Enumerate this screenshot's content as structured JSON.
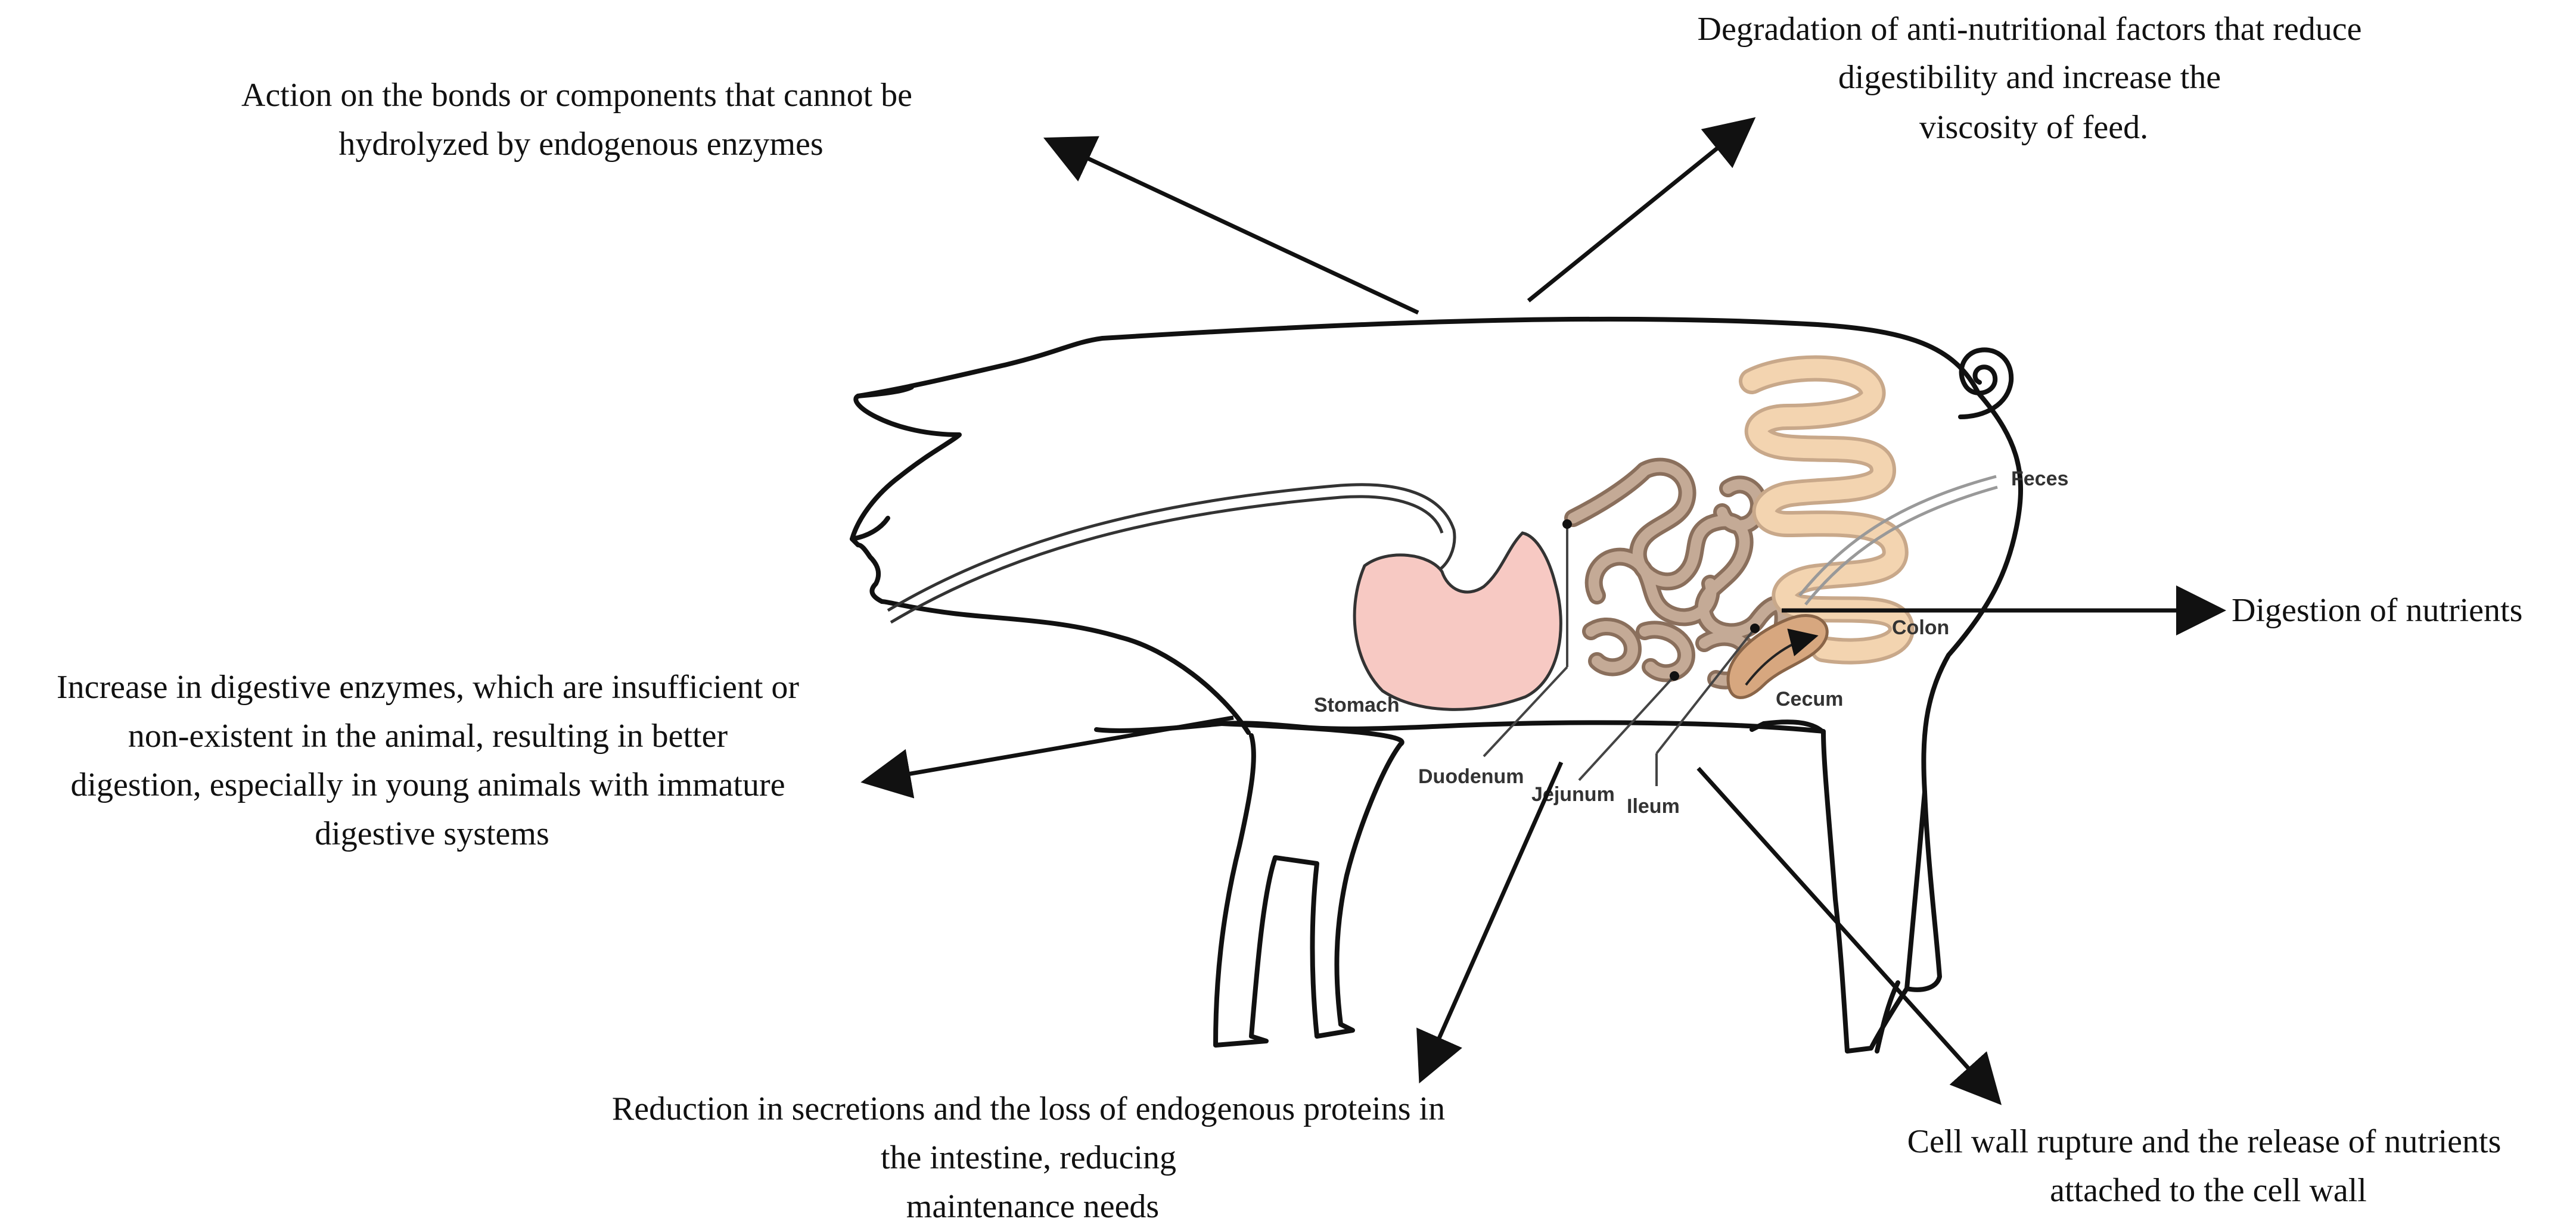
{
  "annotations": {
    "action_bonds": [
      "Action on the bonds or components that cannot be",
      "hydrolyzed by endogenous enzymes"
    ],
    "degradation": [
      "Degradation of anti-nutritional factors that reduce",
      "digestibility and increase the",
      "viscosity of feed."
    ],
    "digestion": [
      "Digestion of nutrients"
    ],
    "increase": [
      "Increase in digestive enzymes, which are insufficient or",
      "non-existent in the animal, resulting in better",
      "digestion, especially in young animals with immature",
      "digestive systems"
    ],
    "reduction": [
      "Reduction in secretions and the loss of endogenous proteins in",
      "the intestine, reducing",
      "maintenance needs"
    ],
    "cell_wall": [
      "Cell wall rupture and the release of nutrients",
      "attached to the cell wall"
    ]
  },
  "organs": {
    "stomach": "Stomach",
    "duodenum": "Duodenum",
    "jejunum": "Jejunum",
    "ileum": "Ileum",
    "cecum": "Cecum",
    "colon": "Colon",
    "feces": "Feces"
  },
  "colors": {
    "outline": "#111111",
    "stomach": "#f7c9c3",
    "small_intestine": "#c4aa96",
    "colon": "#f3d4b0",
    "cecum": "#d7a77f",
    "leader": "#444444"
  }
}
